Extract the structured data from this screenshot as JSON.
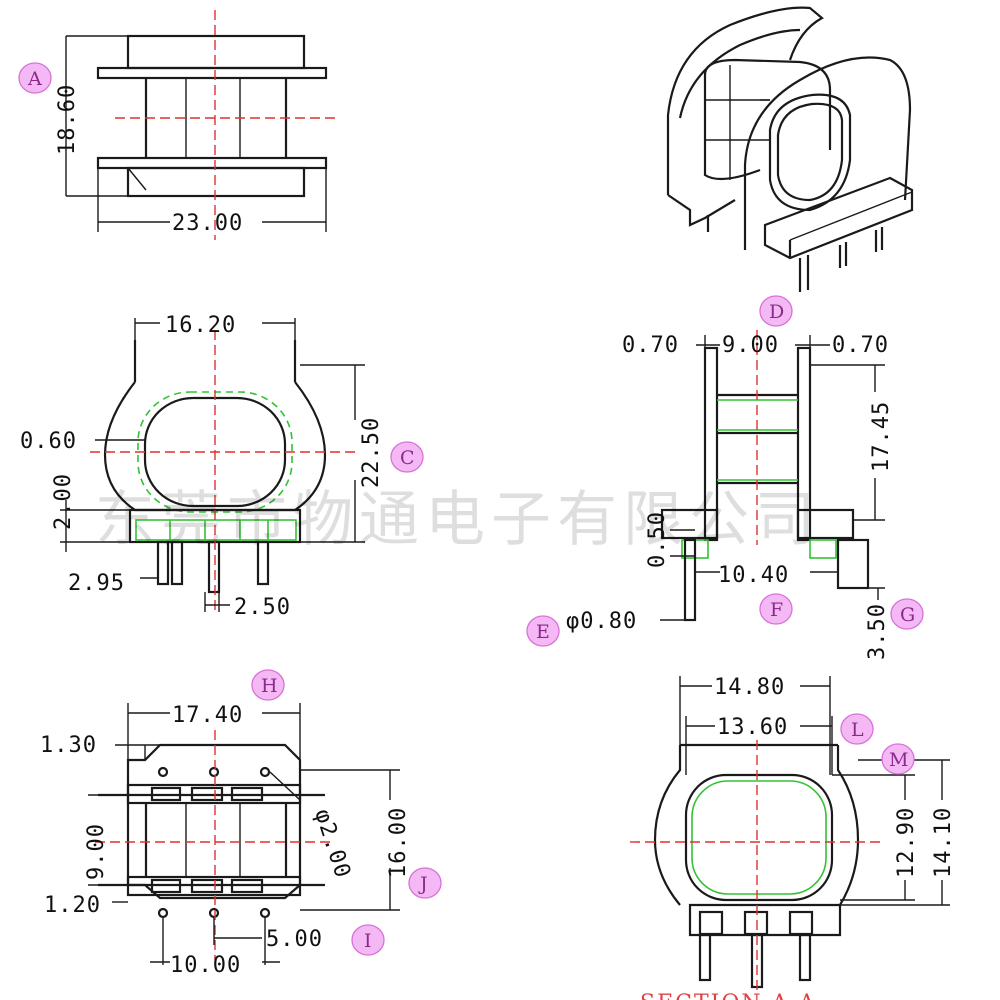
{
  "drawing": {
    "dims": {
      "d_18_60": "18.60",
      "d_23_00": "23.00",
      "d_16_20": "16.20",
      "d_0_60": "0.60",
      "d_22_50": "22.50",
      "d_2_00": "2.00",
      "d_2_95": "2.95",
      "d_2_50": "2.50",
      "d_0_70_left": "0.70",
      "d_9_00_top": "9.00",
      "d_0_70_right": "0.70",
      "d_17_45": "17.45",
      "d_0_50": "0.50",
      "d_10_40": "10.40",
      "d_phi_0_80": "φ0.80",
      "d_3_50": "3.50",
      "d_17_40": "17.40",
      "d_1_30": "1.30",
      "d_9_00_side": "9.00",
      "d_1_20": "1.20",
      "d_phi_2_00": "φ2.00",
      "d_16_00": "16.00",
      "d_5_00": "5.00",
      "d_10_00": "10.00",
      "d_14_80": "14.80",
      "d_13_60": "13.60",
      "d_12_90": "12.90",
      "d_14_10": "14.10"
    },
    "markers": {
      "A": "A",
      "C": "C",
      "D": "D",
      "E": "E",
      "F": "F",
      "G": "G",
      "H": "H",
      "I": "I",
      "J": "J",
      "L": "L",
      "M": "M"
    },
    "watermark": "东莞市物通电子有限公司",
    "section_label": "SECTION A-A",
    "colors": {
      "centerline": "#e03030",
      "hidden_green": "#33c233",
      "marker": "#f4b9f4"
    }
  }
}
